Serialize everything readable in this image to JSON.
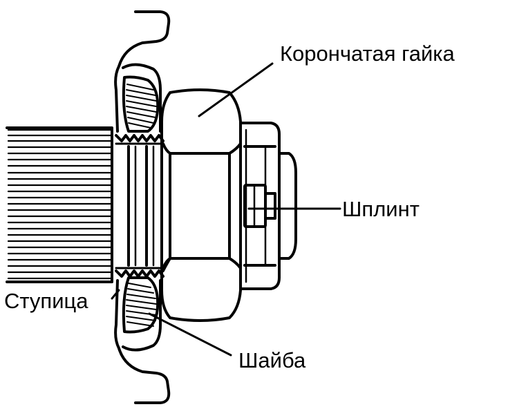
{
  "labels": {
    "castle_nut": "Корончатая гайка",
    "cotter_pin": "Шплинт",
    "hub": "Ступица",
    "washer": "Шайба"
  },
  "colors": {
    "ink": "#000000",
    "paper": "#ffffff"
  }
}
